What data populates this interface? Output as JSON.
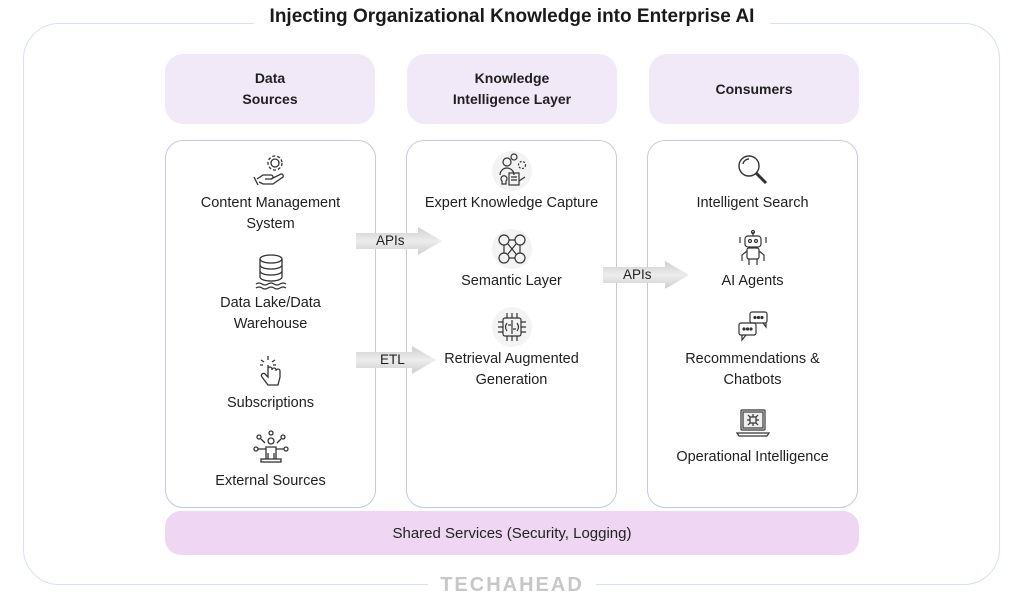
{
  "title": "Injecting Organizational Knowledge into Enterprise AI",
  "columns": [
    {
      "header": [
        "Data",
        "Sources"
      ],
      "items": [
        {
          "icon": "hand-gear-icon",
          "lines": [
            "Content Management",
            "System"
          ]
        },
        {
          "icon": "database-lake-icon",
          "lines": [
            "Data Lake/Data",
            "Warehouse"
          ]
        },
        {
          "icon": "pointer-click-icon",
          "lines": [
            "Subscriptions"
          ]
        },
        {
          "icon": "person-network-icon",
          "lines": [
            "External Sources"
          ]
        }
      ]
    },
    {
      "header": [
        "Knowledge",
        "Intelligence Layer"
      ],
      "items": [
        {
          "icon": "expert-capture-icon",
          "lines": [
            "Expert Knowledge Capture"
          ]
        },
        {
          "icon": "people-network-icon",
          "lines": [
            "Semantic Layer"
          ]
        },
        {
          "icon": "brain-chip-icon",
          "lines": [
            "Retrieval Augmented",
            "Generation"
          ]
        }
      ]
    },
    {
      "header": [
        "Consumers"
      ],
      "items": [
        {
          "icon": "magnifier-icon",
          "lines": [
            "Intelligent Search"
          ]
        },
        {
          "icon": "robot-icon",
          "lines": [
            "AI Agents"
          ]
        },
        {
          "icon": "chat-bubbles-icon",
          "lines": [
            "Recommendations &",
            "Chatbots"
          ]
        },
        {
          "icon": "laptop-chip-icon",
          "lines": [
            "Operational Intelligence"
          ]
        }
      ]
    }
  ],
  "arrows": {
    "sources_to_layer_top": "APIs",
    "sources_to_layer_bottom": "ETL",
    "layer_to_consumers": "APIs"
  },
  "shared_services": "Shared Services (Security, Logging)",
  "brand": "TECHAHEAD",
  "colors": {
    "header_fill": "#f2e9f8",
    "shared_fill": "#efd6f3",
    "column_border": "#c3c8e6",
    "outer_border": "#d6e1f2",
    "arrow_fill": "#dcdcdc",
    "brand_gray": "#c7c7c7"
  }
}
